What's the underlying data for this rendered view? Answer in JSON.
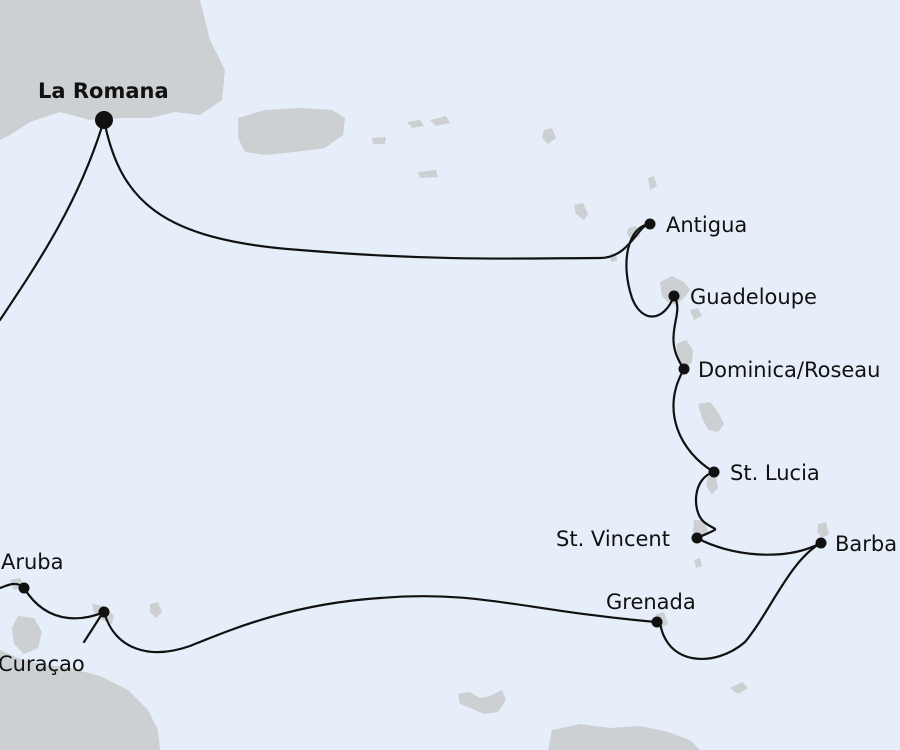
{
  "map": {
    "ports": [
      {
        "id": "la-romana",
        "label": "La Romana",
        "home": true
      },
      {
        "id": "antigua",
        "label": "Antigua"
      },
      {
        "id": "guadeloupe",
        "label": "Guadeloupe"
      },
      {
        "id": "dominica",
        "label": "Dominica/Roseau"
      },
      {
        "id": "st-lucia",
        "label": "St. Lucia"
      },
      {
        "id": "st-vincent",
        "label": "St. Vincent"
      },
      {
        "id": "barbados",
        "label": "Barba"
      },
      {
        "id": "grenada",
        "label": "Grenada"
      },
      {
        "id": "aruba",
        "label": "Aruba"
      },
      {
        "id": "curacao",
        "label": "Curaçao"
      }
    ]
  }
}
